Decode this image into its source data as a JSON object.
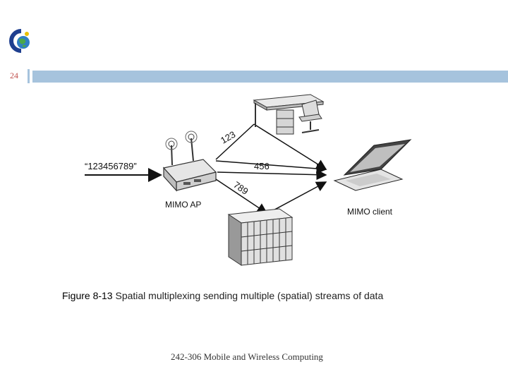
{
  "slide": {
    "number": "24"
  },
  "diagram": {
    "input_string": "“123456789”",
    "stream_1": "123",
    "stream_2": "456",
    "stream_3": "789",
    "ap_label": "MIMO AP",
    "client_label": "MIMO client"
  },
  "caption": {
    "figure_label": "Figure 8-13",
    "text": " Spatial multiplexing sending multiple (spatial) streams of data"
  },
  "footer": {
    "text": "242-306 Mobile and Wireless Computing"
  },
  "colors": {
    "accent_bar": "#a6c3dd",
    "slide_number": "#c0504d"
  }
}
